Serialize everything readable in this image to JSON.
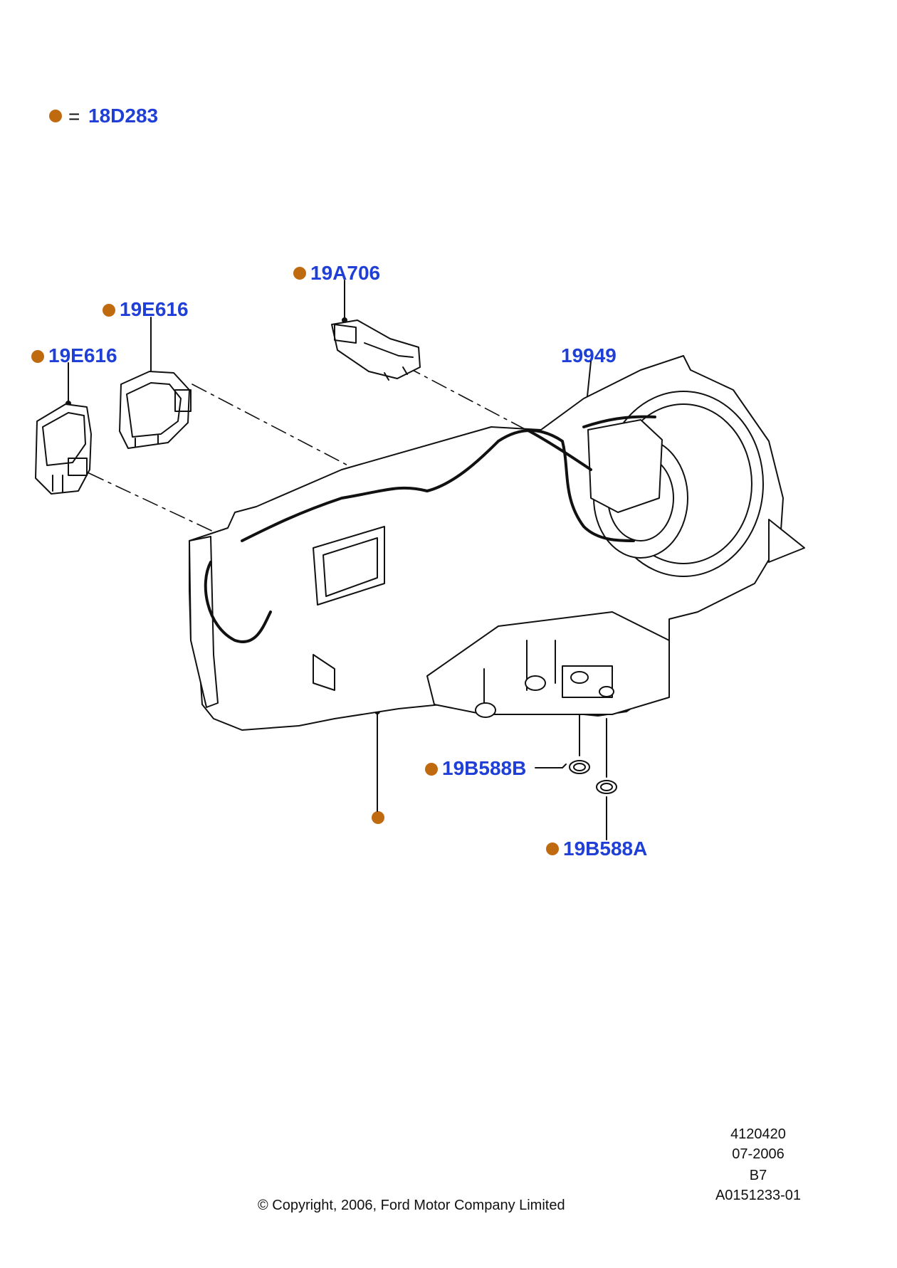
{
  "legend": {
    "symbol": "=",
    "part_number": "18D283",
    "dot_color": "#c06a10"
  },
  "callouts": {
    "actuator_1": "19E616",
    "actuator_2": "19E616",
    "resistor": "19A706",
    "blower": "19949",
    "seal_b": "19B588B",
    "seal_a": "19B588A"
  },
  "label_color": "#1f3fd6",
  "footer": {
    "copyright": "© Copyright, 2006, Ford Motor Company Limited",
    "ref_1": "4120420",
    "ref_2": "07-2006",
    "ref_3": "B7",
    "ref_4": "A0151233-01"
  }
}
